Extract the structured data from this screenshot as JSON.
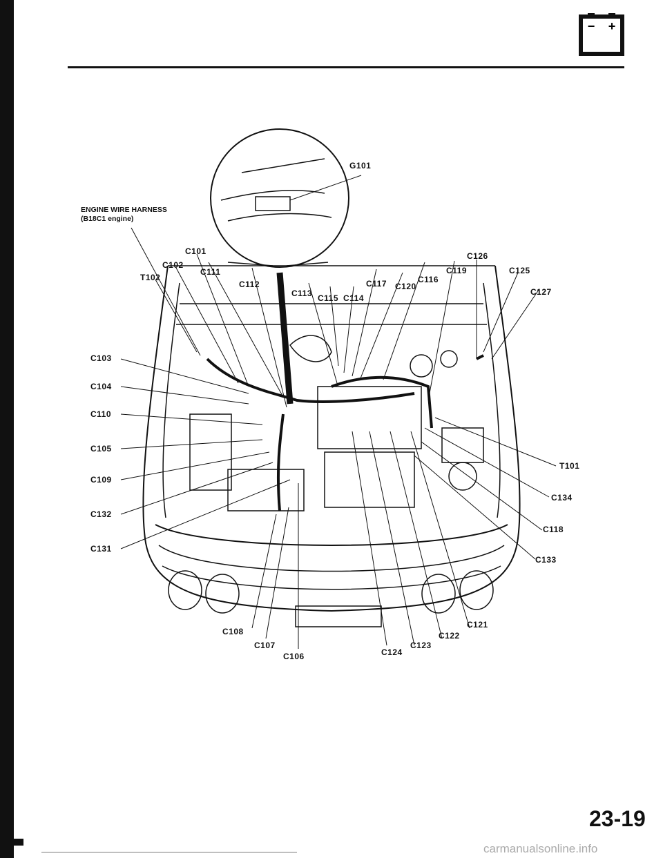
{
  "header": {
    "battery_icon": "battery-icon",
    "battery_minus": "−",
    "battery_plus": "+"
  },
  "harness_title_line1": "ENGINE WIRE HARNESS",
  "harness_title_line2": "(B18C1 engine)",
  "ground_label": "G101",
  "connectors": {
    "c101": "C101",
    "c102": "C102",
    "t102": "T102",
    "c111": "C111",
    "c112": "C112",
    "c113": "C113",
    "c115": "C115",
    "c114": "C114",
    "c117": "C117",
    "c120": "C120",
    "c116": "C116",
    "c119": "C119",
    "c126": "C126",
    "c125": "C125",
    "c127": "C127",
    "c103": "C103",
    "c104": "C104",
    "c110": "C110",
    "c105": "C105",
    "c109": "C109",
    "c132": "C132",
    "c131": "C131",
    "t101": "T101",
    "c134": "C134",
    "c118": "C118",
    "c133": "C133",
    "c108": "C108",
    "c107": "C107",
    "c106": "C106",
    "c124": "C124",
    "c123": "C123",
    "c122": "C122",
    "c121": "C121"
  },
  "page_number": "23-19",
  "watermark": "carmanualsonline.info"
}
